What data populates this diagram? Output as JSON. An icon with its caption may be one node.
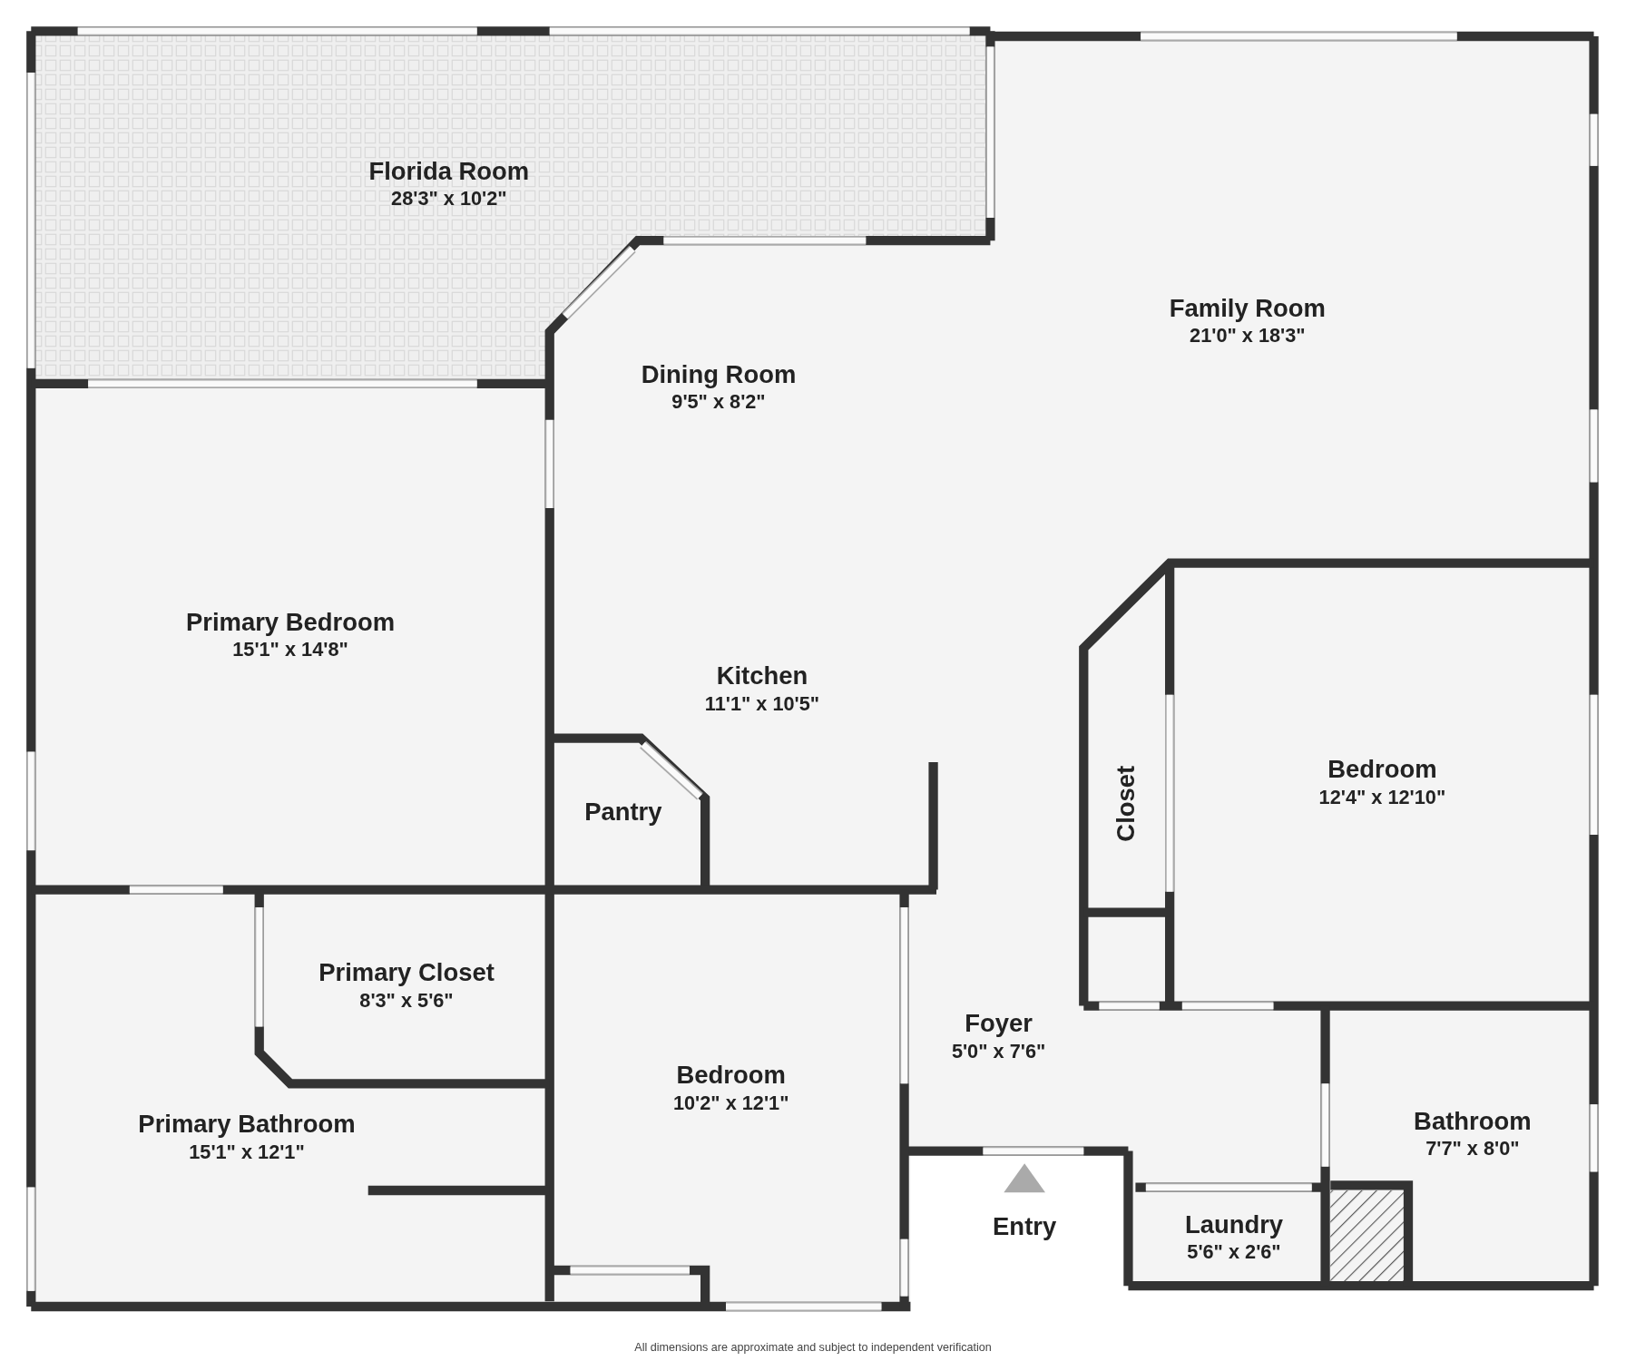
{
  "diagram": {
    "caption": "All dimensions are approximate and subject to independent verification",
    "nodes": [
      {
        "text": [
          "Florida Room",
          "28'3\" x 10'2\""
        ]
      },
      {
        "text": [
          "Family Room",
          "21'0\" x 18'3\""
        ]
      },
      {
        "text": [
          "Dining Room",
          "9'5\" x 8'2\""
        ]
      },
      {
        "text": [
          "Primary Bedroom",
          "15'1\" x 14'8\""
        ]
      },
      {
        "text": [
          "Kitchen",
          "11'1\" x 10'5\""
        ]
      },
      {
        "text": [
          "Bedroom",
          "12'4\" x 12'10\""
        ]
      },
      {
        "text": [
          "Closet"
        ]
      },
      {
        "text": [
          "Pantry"
        ]
      },
      {
        "text": [
          "Primary Closet",
          "8'3\" x 5'6\""
        ]
      },
      {
        "text": [
          "Foyer",
          "5'0\" x 7'6\""
        ]
      },
      {
        "text": [
          "Bedroom",
          "10'2\" x 12'1\""
        ]
      },
      {
        "text": [
          "Bathroom",
          "7'7\" x 8'0\""
        ]
      },
      {
        "text": [
          "Primary Bathroom",
          "15'1\" x 12'1\""
        ]
      },
      {
        "text": [
          "Entry"
        ]
      },
      {
        "text": [
          "Laundry",
          "5'6\" x 2'6\""
        ]
      }
    ]
  }
}
